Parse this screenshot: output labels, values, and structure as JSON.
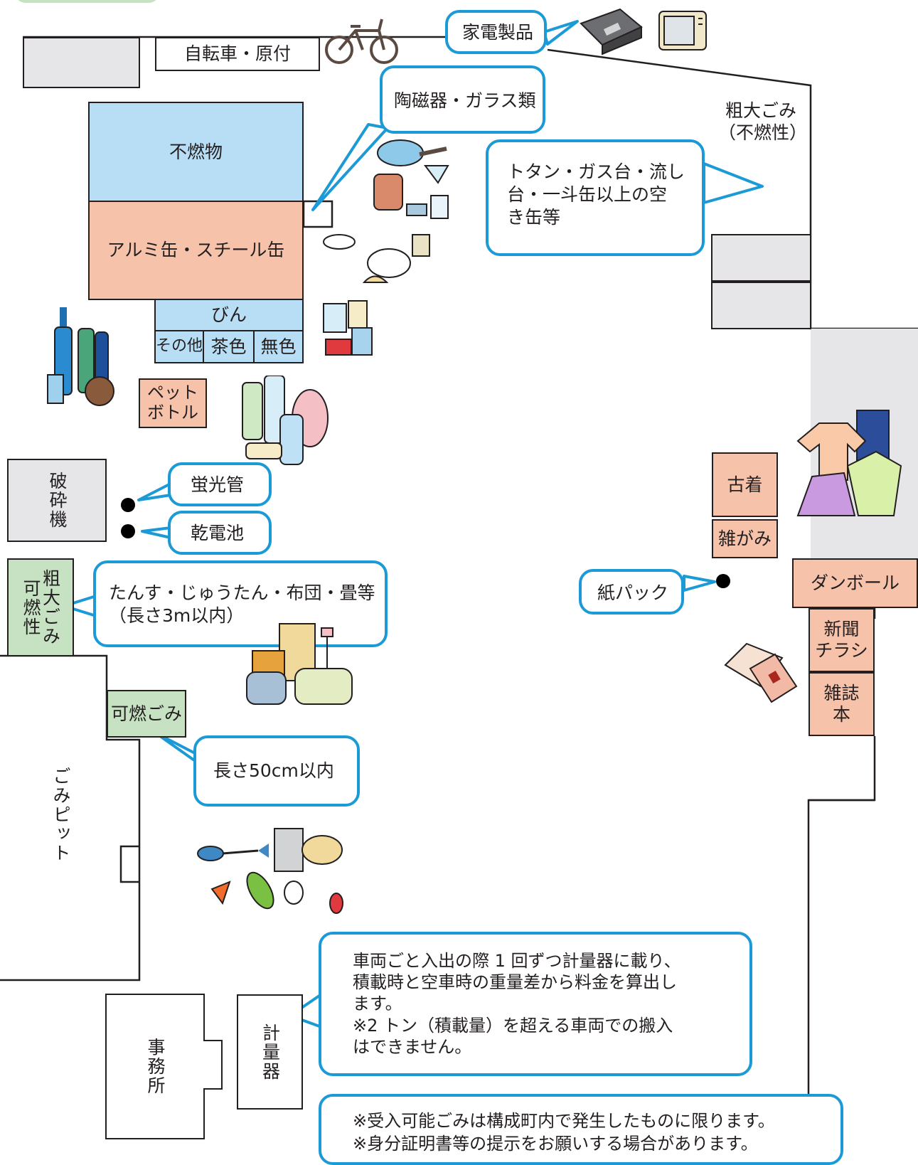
{
  "colors": {
    "line": "#231f20",
    "callout_border": "#1c9ad6",
    "blue": "#b8def5",
    "salmon": "#f6c2aa",
    "green": "#c6e2c3",
    "gray": "#e6e6e8",
    "header_tab": "#c6e2c3"
  },
  "zones": {
    "bicycle": "自転車・原付",
    "non_combustible": "不燃物",
    "cans": "アルミ缶・スチール缶",
    "bottles": "びん",
    "bottles_other": "その他",
    "bottles_brown": "茶色",
    "bottles_clear": "無色",
    "pet_bottle": "ペット\nボトル",
    "crusher": "破砕機",
    "bulky_combustible": "粗大ごみ\n可燃性",
    "combustible": "可燃ごみ",
    "pit": "ごみピット",
    "office": "事務所",
    "scale": "計量器",
    "bulky_noncombustible": "粗大ごみ\n（不燃性）",
    "old_clothes": "古着",
    "misc_paper": "雑がみ",
    "cardboard": "ダンボール",
    "newspaper": "新聞\nチラシ",
    "magazines": "雑誌\n本"
  },
  "callouts": {
    "appliances": "家電製品",
    "ceramics": "陶磁器・ガラス類",
    "metal_items": "トタン・ガス台・流し\n台・一斗缶以上の空\nき缶等",
    "fluorescent": "蛍光管",
    "batteries": "乾電池",
    "furniture": "たんす・じゅうたん・布団・畳等\n（長さ3m以内）",
    "paper_pack": "紙パック",
    "length_limit": "長さ50cm以内",
    "scale_note": "車両ごと入出の際 1 回ずつ計量器に載り、\n積載時と空車時の重量差から料金を算出し\nます。\n※2 トン（積載量）を超える車両での搬入\nはできません。",
    "footer_note": "※受入可能ごみは構成町内で発生したものに限ります。\n※身分証明書等の提示をお願いする場合があります。"
  }
}
